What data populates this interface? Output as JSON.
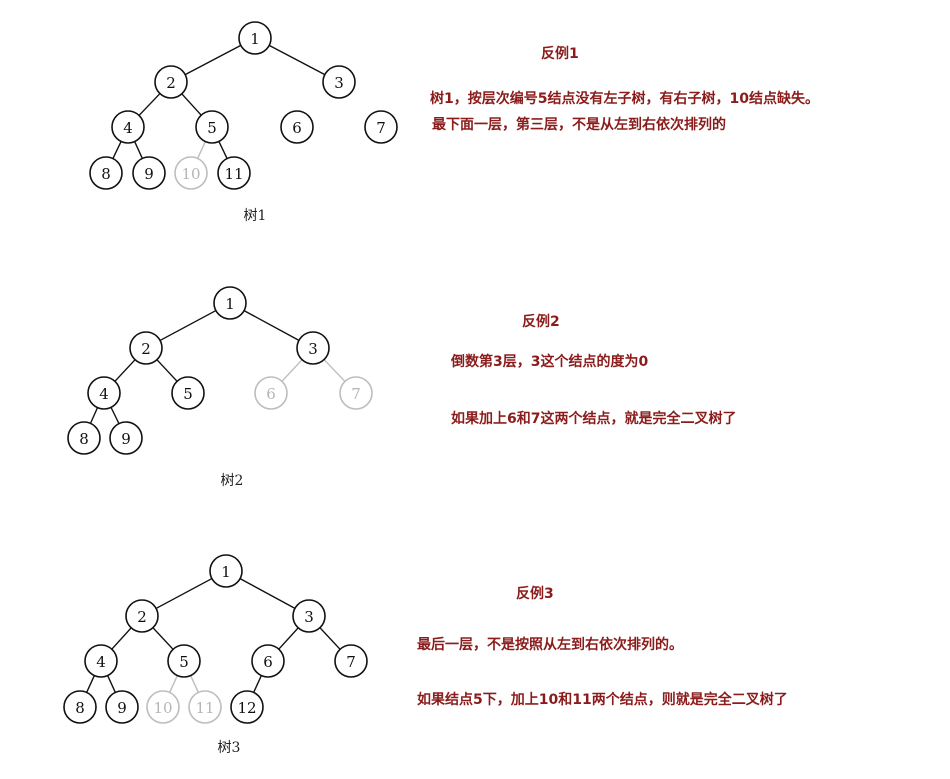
{
  "trees": [
    {
      "caption": "树1",
      "nodes": [
        {
          "id": "1",
          "label": "1",
          "faded": false
        },
        {
          "id": "2",
          "label": "2",
          "faded": false
        },
        {
          "id": "3",
          "label": "3",
          "faded": false
        },
        {
          "id": "4",
          "label": "4",
          "faded": false
        },
        {
          "id": "5",
          "label": "5",
          "faded": false
        },
        {
          "id": "6",
          "label": "6",
          "faded": false
        },
        {
          "id": "7",
          "label": "7",
          "faded": false
        },
        {
          "id": "8",
          "label": "8",
          "faded": false
        },
        {
          "id": "9",
          "label": "9",
          "faded": false
        },
        {
          "id": "10",
          "label": "10",
          "faded": true
        },
        {
          "id": "11",
          "label": "11",
          "faded": false
        }
      ],
      "edges": [
        {
          "from": "1",
          "to": "2",
          "faded": false
        },
        {
          "from": "1",
          "to": "3",
          "faded": false
        },
        {
          "from": "2",
          "to": "4",
          "faded": false
        },
        {
          "from": "2",
          "to": "5",
          "faded": false
        },
        {
          "from": "4",
          "to": "8",
          "faded": false
        },
        {
          "from": "4",
          "to": "9",
          "faded": false
        },
        {
          "from": "5",
          "to": "10",
          "faded": true
        },
        {
          "from": "5",
          "to": "11",
          "faded": false
        }
      ]
    },
    {
      "caption": "树2",
      "nodes": [
        {
          "id": "1",
          "label": "1",
          "faded": false
        },
        {
          "id": "2",
          "label": "2",
          "faded": false
        },
        {
          "id": "3",
          "label": "3",
          "faded": false
        },
        {
          "id": "4",
          "label": "4",
          "faded": false
        },
        {
          "id": "5",
          "label": "5",
          "faded": false
        },
        {
          "id": "6",
          "label": "6",
          "faded": true
        },
        {
          "id": "7",
          "label": "7",
          "faded": true
        },
        {
          "id": "8",
          "label": "8",
          "faded": false
        },
        {
          "id": "9",
          "label": "9",
          "faded": false
        }
      ],
      "edges": [
        {
          "from": "1",
          "to": "2",
          "faded": false
        },
        {
          "from": "1",
          "to": "3",
          "faded": false
        },
        {
          "from": "2",
          "to": "4",
          "faded": false
        },
        {
          "from": "2",
          "to": "5",
          "faded": false
        },
        {
          "from": "3",
          "to": "6",
          "faded": true
        },
        {
          "from": "3",
          "to": "7",
          "faded": true
        },
        {
          "from": "4",
          "to": "8",
          "faded": false
        },
        {
          "from": "4",
          "to": "9",
          "faded": false
        }
      ]
    },
    {
      "caption": "树3",
      "nodes": [
        {
          "id": "1",
          "label": "1",
          "faded": false
        },
        {
          "id": "2",
          "label": "2",
          "faded": false
        },
        {
          "id": "3",
          "label": "3",
          "faded": false
        },
        {
          "id": "4",
          "label": "4",
          "faded": false
        },
        {
          "id": "5",
          "label": "5",
          "faded": false
        },
        {
          "id": "6",
          "label": "6",
          "faded": false
        },
        {
          "id": "7",
          "label": "7",
          "faded": false
        },
        {
          "id": "8",
          "label": "8",
          "faded": false
        },
        {
          "id": "9",
          "label": "9",
          "faded": false
        },
        {
          "id": "10",
          "label": "10",
          "faded": true
        },
        {
          "id": "11",
          "label": "11",
          "faded": true
        },
        {
          "id": "12",
          "label": "12",
          "faded": false
        }
      ],
      "edges": [
        {
          "from": "1",
          "to": "2",
          "faded": false
        },
        {
          "from": "1",
          "to": "3",
          "faded": false
        },
        {
          "from": "2",
          "to": "4",
          "faded": false
        },
        {
          "from": "2",
          "to": "5",
          "faded": false
        },
        {
          "from": "3",
          "to": "6",
          "faded": false
        },
        {
          "from": "3",
          "to": "7",
          "faded": false
        },
        {
          "from": "4",
          "to": "8",
          "faded": false
        },
        {
          "from": "4",
          "to": "9",
          "faded": false
        },
        {
          "from": "5",
          "to": "10",
          "faded": true
        },
        {
          "from": "5",
          "to": "11",
          "faded": true
        },
        {
          "from": "6",
          "to": "12",
          "faded": false
        }
      ]
    }
  ],
  "notes": {
    "ex1": {
      "title": "反例1",
      "line1": "树1，按层次编号5结点没有左子树，有右子树，10结点缺失。",
      "line2": "最下面一层，第三层，不是从左到右依次排列的"
    },
    "ex2": {
      "title": "反例2",
      "line1": "倒数第3层，3这个结点的度为0",
      "line2": "如果加上6和7这两个结点，就是完全二叉树了"
    },
    "ex3": {
      "title": "反例3",
      "line1": "最后一层，不是按照从左到右依次排列的。",
      "line2": "如果结点5下，加上10和11两个结点，则就是完全二叉树了"
    }
  },
  "colors": {
    "note_text": "#8b1c1c",
    "node_stroke": "#111111",
    "faded_stroke": "#bdbdbd"
  }
}
